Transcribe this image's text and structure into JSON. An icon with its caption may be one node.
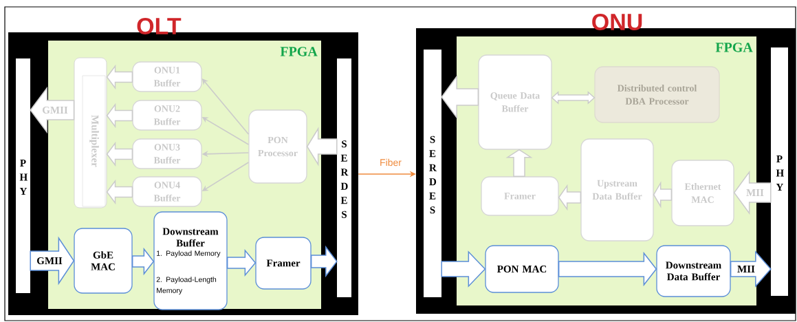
{
  "diagram": {
    "nodes": [
      {
        "text": [
          "OLT"
        ]
      },
      {
        "text": [
          "FPGA"
        ],
        "in": 0
      },
      {
        "text": [
          "P H Y"
        ],
        "in": 0
      },
      {
        "text": [
          "S E R D E S"
        ],
        "in": 0
      },
      {
        "text": [
          "Multiplexer"
        ],
        "in": 1
      },
      {
        "text": [
          "ONU1 Buffer"
        ],
        "in": 1
      },
      {
        "text": [
          "ONU2 Buffer"
        ],
        "in": 1
      },
      {
        "text": [
          "ONU3 Buffer"
        ],
        "in": 1
      },
      {
        "text": [
          "ONU4 Buffer"
        ],
        "in": 1
      },
      {
        "text": [
          "PON Processor"
        ],
        "in": 1
      },
      {
        "text": [
          "GbE MAC"
        ],
        "in": 1
      },
      {
        "text": [
          "Downstream Buffer",
          "1. Payload Memory",
          "2. Payload-Length Memory"
        ],
        "in": 1
      },
      {
        "text": [
          "Framer"
        ],
        "in": 1
      },
      {
        "text": [
          "ONU"
        ]
      },
      {
        "text": [
          "FPGA"
        ],
        "in": 13
      },
      {
        "text": [
          "S E R D E S"
        ],
        "in": 13
      },
      {
        "text": [
          "P H Y"
        ],
        "in": 13
      },
      {
        "text": [
          "Queue Data Buffer"
        ],
        "in": 14
      },
      {
        "text": [
          "Distributed control DBA Processor"
        ],
        "in": 14
      },
      {
        "text": [
          "Framer"
        ],
        "in": 14
      },
      {
        "text": [
          "Upstream Data Buffer"
        ],
        "in": 14
      },
      {
        "text": [
          "Ethernet MAC"
        ],
        "in": 14
      },
      {
        "text": [
          "PON MAC"
        ],
        "in": 14
      },
      {
        "text": [
          "Downstream Data Buffer"
        ],
        "in": 14
      }
    ],
    "edges": [
      {
        "from": 4,
        "to": 2,
        "arrow": "to",
        "label": "GMII",
        "style": "thick"
      },
      {
        "from": 5,
        "to": 4,
        "arrow": "to",
        "style": "thick"
      },
      {
        "from": 6,
        "to": 4,
        "arrow": "to",
        "style": "thick"
      },
      {
        "from": 7,
        "to": 4,
        "arrow": "to",
        "style": "thick"
      },
      {
        "from": 8,
        "to": 4,
        "arrow": "to",
        "style": "thick"
      },
      {
        "from": 9,
        "to": 5,
        "arrow": "to"
      },
      {
        "from": 9,
        "to": 6,
        "arrow": "to"
      },
      {
        "from": 9,
        "to": 7,
        "arrow": "to"
      },
      {
        "from": 9,
        "to": 8,
        "arrow": "to"
      },
      {
        "from": 3,
        "to": 9,
        "arrow": "to",
        "style": "thick"
      },
      {
        "from": 2,
        "to": 10,
        "arrow": "to",
        "label": "GMII",
        "style": "thick",
        "color": "#5b8ed8"
      },
      {
        "from": 10,
        "to": 11,
        "arrow": "to",
        "style": "thick",
        "color": "#5b8ed8"
      },
      {
        "from": 11,
        "to": 12,
        "arrow": "to",
        "style": "thick",
        "color": "#5b8ed8"
      },
      {
        "from": 12,
        "to": 3,
        "arrow": "to",
        "style": "thick",
        "color": "#5b8ed8"
      },
      {
        "from": 0,
        "to": 13,
        "arrow": "to",
        "label": "Fiber",
        "color": "#ef8a3c"
      },
      {
        "from": 17,
        "to": 15,
        "arrow": "to",
        "style": "thick"
      },
      {
        "from": 17,
        "to": 18,
        "arrow": "both",
        "style": "thick"
      },
      {
        "from": 19,
        "to": 17,
        "arrow": "to",
        "style": "thick"
      },
      {
        "from": 20,
        "to": 19,
        "arrow": "to",
        "style": "thick"
      },
      {
        "from": 21,
        "to": 20,
        "arrow": "to",
        "style": "thick"
      },
      {
        "from": 16,
        "to": 21,
        "arrow": "to",
        "label": "MII",
        "style": "thick"
      },
      {
        "from": 15,
        "to": 22,
        "arrow": "to",
        "style": "thick",
        "color": "#5b8ed8"
      },
      {
        "from": 22,
        "to": 23,
        "arrow": "to",
        "style": "thick",
        "color": "#5b8ed8"
      },
      {
        "from": 23,
        "to": 16,
        "arrow": "to",
        "label": "MII",
        "style": "thick",
        "color": "#5b8ed8"
      }
    ]
  }
}
